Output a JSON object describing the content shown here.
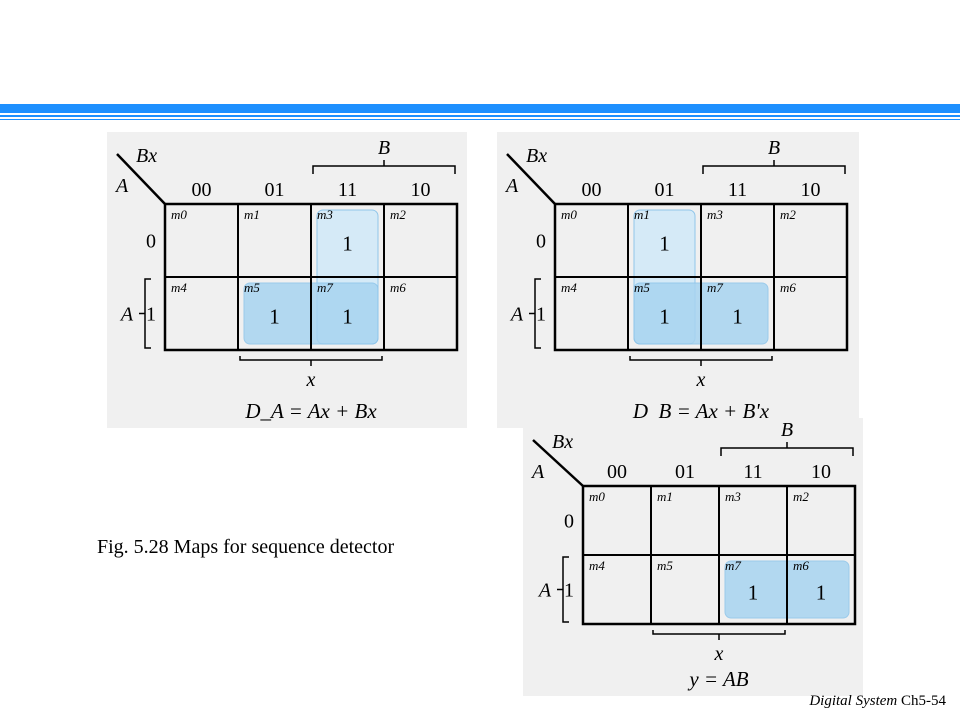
{
  "header": {
    "bar_colors": [
      "#1e90ff",
      "#1e90ff",
      "#1e90ff"
    ]
  },
  "caption": "Fig. 5.28  Maps for sequence detector",
  "footer": {
    "course": "Digital System",
    "slide": "Ch5-54"
  },
  "style": {
    "group_fill": "#a8d4f0",
    "group_fill_light": "#d4eaf8",
    "grid_color": "#000000"
  },
  "maps": [
    {
      "row_var": "A",
      "col_var": "Bx",
      "col_codes": [
        "00",
        "01",
        "11",
        "10"
      ],
      "row_codes": [
        "0",
        "1"
      ],
      "top_bracket_label": "B",
      "left_bracket_label": "A",
      "bottom_bracket_label": "x",
      "minterms": [
        [
          "m0",
          "m1",
          "m3",
          "m2"
        ],
        [
          "m4",
          "m5",
          "m7",
          "m6"
        ]
      ],
      "cells": [
        [
          "",
          "",
          "1",
          ""
        ],
        [
          "",
          "1",
          "1",
          ""
        ]
      ],
      "equation": "D_A = Ax + Bx"
    },
    {
      "row_var": "A",
      "col_var": "Bx",
      "col_codes": [
        "00",
        "01",
        "11",
        "10"
      ],
      "row_codes": [
        "0",
        "1"
      ],
      "top_bracket_label": "B",
      "left_bracket_label": "A",
      "bottom_bracket_label": "x",
      "minterms": [
        [
          "m0",
          "m1",
          "m3",
          "m2"
        ],
        [
          "m4",
          "m5",
          "m7",
          "m6"
        ]
      ],
      "cells": [
        [
          "",
          "1",
          "",
          ""
        ],
        [
          "",
          "1",
          "1",
          ""
        ]
      ],
      "equation": "D_B = Ax + B'x"
    },
    {
      "row_var": "A",
      "col_var": "Bx",
      "col_codes": [
        "00",
        "01",
        "11",
        "10"
      ],
      "row_codes": [
        "0",
        "1"
      ],
      "top_bracket_label": "B",
      "left_bracket_label": "A",
      "bottom_bracket_label": "x",
      "minterms": [
        [
          "m0",
          "m1",
          "m3",
          "m2"
        ],
        [
          "m4",
          "m5",
          "m7",
          "m6"
        ]
      ],
      "cells": [
        [
          "",
          "",
          "",
          ""
        ],
        [
          "",
          "",
          "1",
          "1"
        ]
      ],
      "equation": "y = AB"
    }
  ]
}
